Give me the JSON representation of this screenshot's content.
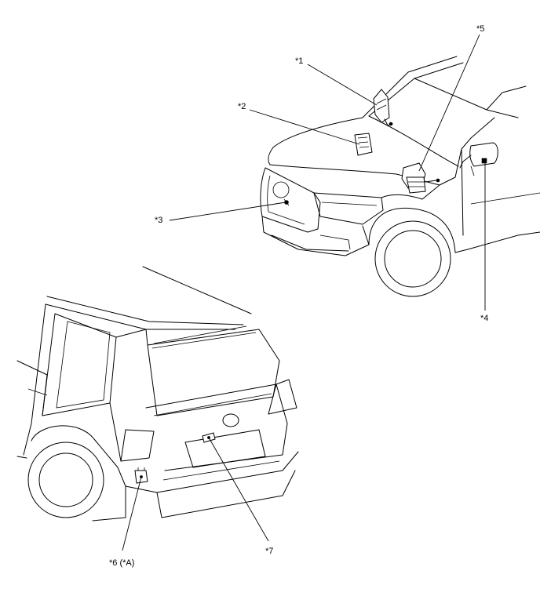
{
  "callouts": {
    "c1": "*1",
    "c2": "*2",
    "c3": "*3",
    "c4": "*4",
    "c5": "*5",
    "c6": "*6 (*A)",
    "c7": "*7"
  }
}
